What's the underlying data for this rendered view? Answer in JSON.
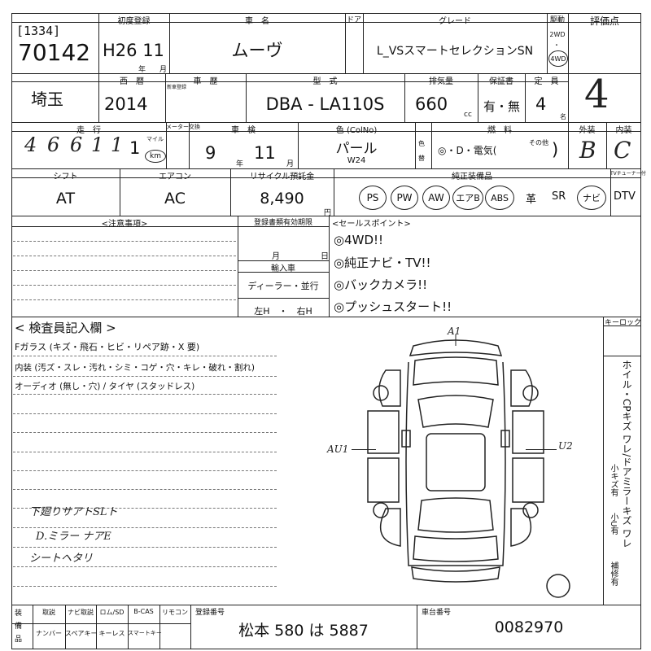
{
  "labels": {
    "reg_year": "初度登録",
    "car_name": "車　名",
    "door": "ドア",
    "grade": "グレード",
    "drive": "駆動",
    "score": "評価点",
    "era": "西　暦",
    "history": "車　歴",
    "history_note": "新車登録",
    "model": "型　式",
    "displacement": "排気量",
    "warranty": "保証書",
    "capacity": "定　員",
    "mileage": "走　行",
    "meter_change": "メーター交換",
    "inspection": "車　検",
    "color": "色 (ColNo)",
    "fuel": "燃　料",
    "exterior": "外装",
    "interior": "内装",
    "shift": "シフト",
    "aircon": "エアコン",
    "recycle": "リサイクル預託金",
    "equipment": "純正装備品",
    "tv_tuner": "TVチューナー付",
    "caution": "<注意事項>",
    "doc_deadline": "登録書類有効期限",
    "import": "輸入車",
    "sales_points": "<セールスポイント>",
    "inspector": "< 検査員記入欄 >",
    "keylock": "キーロック",
    "reg_no_label": "登録番号",
    "chassis_label": "車台番号",
    "yen": "円",
    "cc": "cc",
    "person": "名",
    "year_unit": "年",
    "month_unit": "月",
    "month": "月",
    "day": "日",
    "color_change": "色替"
  },
  "top": {
    "lot_bracket": "[1334]",
    "lot": "70142",
    "reg_date": "H26 11",
    "car_name": "ムーヴ",
    "grade": "L_VSスマートセレクションSN",
    "drive_2wd": "2WD",
    "drive_4wd": "4WD",
    "score_hand": "4",
    "region": "埼玉",
    "year": "2014",
    "model": "DBA - LA110S",
    "displacement": "660",
    "warranty": "有・無",
    "capacity": "4",
    "mileage_digits": [
      "4",
      "6",
      "6",
      "1",
      "1",
      "1"
    ],
    "mileage_unit_mile": "マイル",
    "mileage_unit_km": "km",
    "inspection_year": "9",
    "inspection_month": "11",
    "color": "パール",
    "color_no": "W24",
    "fuel": "◎・D・電気(",
    "fuel_other": "その他",
    "fuel_close": ")",
    "exterior_grade": "B",
    "interior_grade": "C",
    "shift": "AT",
    "aircon": "AC",
    "recycle": "8,490",
    "equip_circled": [
      "PS",
      "PW",
      "AW",
      "エアB",
      "ABS"
    ],
    "equip_leather": "革",
    "equip_sr": "SR",
    "equip_navi": "ナビ",
    "equip_dtv": "DTV"
  },
  "middle": {
    "dealer_row": "ディーラー・並行",
    "hand_row": "左H　・　右H",
    "sales_points": [
      "◎4WD!!",
      "◎純正ナビ・TV!!",
      "◎バックカメラ!!",
      "◎プッシュスタート!!"
    ]
  },
  "inspector": {
    "glass": "Fガラス (キズ・飛石・ヒビ・リペア跡・X 要)",
    "interior": "内装 (汚ズ・スレ・汚れ・シミ・コゲ・穴・キレ・破れ・割れ)",
    "audio": "オーディオ (無し・穴) / タイヤ (スタッドレス)",
    "hand_notes": [
      "下廻りサアトSLト",
      "D.ミラー ナアE",
      "シートヘタリ"
    ]
  },
  "diagram": {
    "mark_front": "A1",
    "mark_left": "AU1",
    "mark_right": "U2"
  },
  "side_text": "ホイル・CPキズ ワレ/ドアミラーキズ ワレ",
  "side_sub": [
    "小キズ有",
    "小U有",
    "補修有"
  ],
  "bottom": {
    "col1": "装\n備\n品",
    "items_top": [
      "取説",
      "ナビ取説",
      "ロム/SD",
      "B-CAS",
      "リモコン"
    ],
    "items_bottom": [
      "ナンバー",
      "スペアキー",
      "キーレス",
      "スマートキー"
    ],
    "plate": "松本 580 は 5887",
    "chassis_no": "0082970"
  }
}
